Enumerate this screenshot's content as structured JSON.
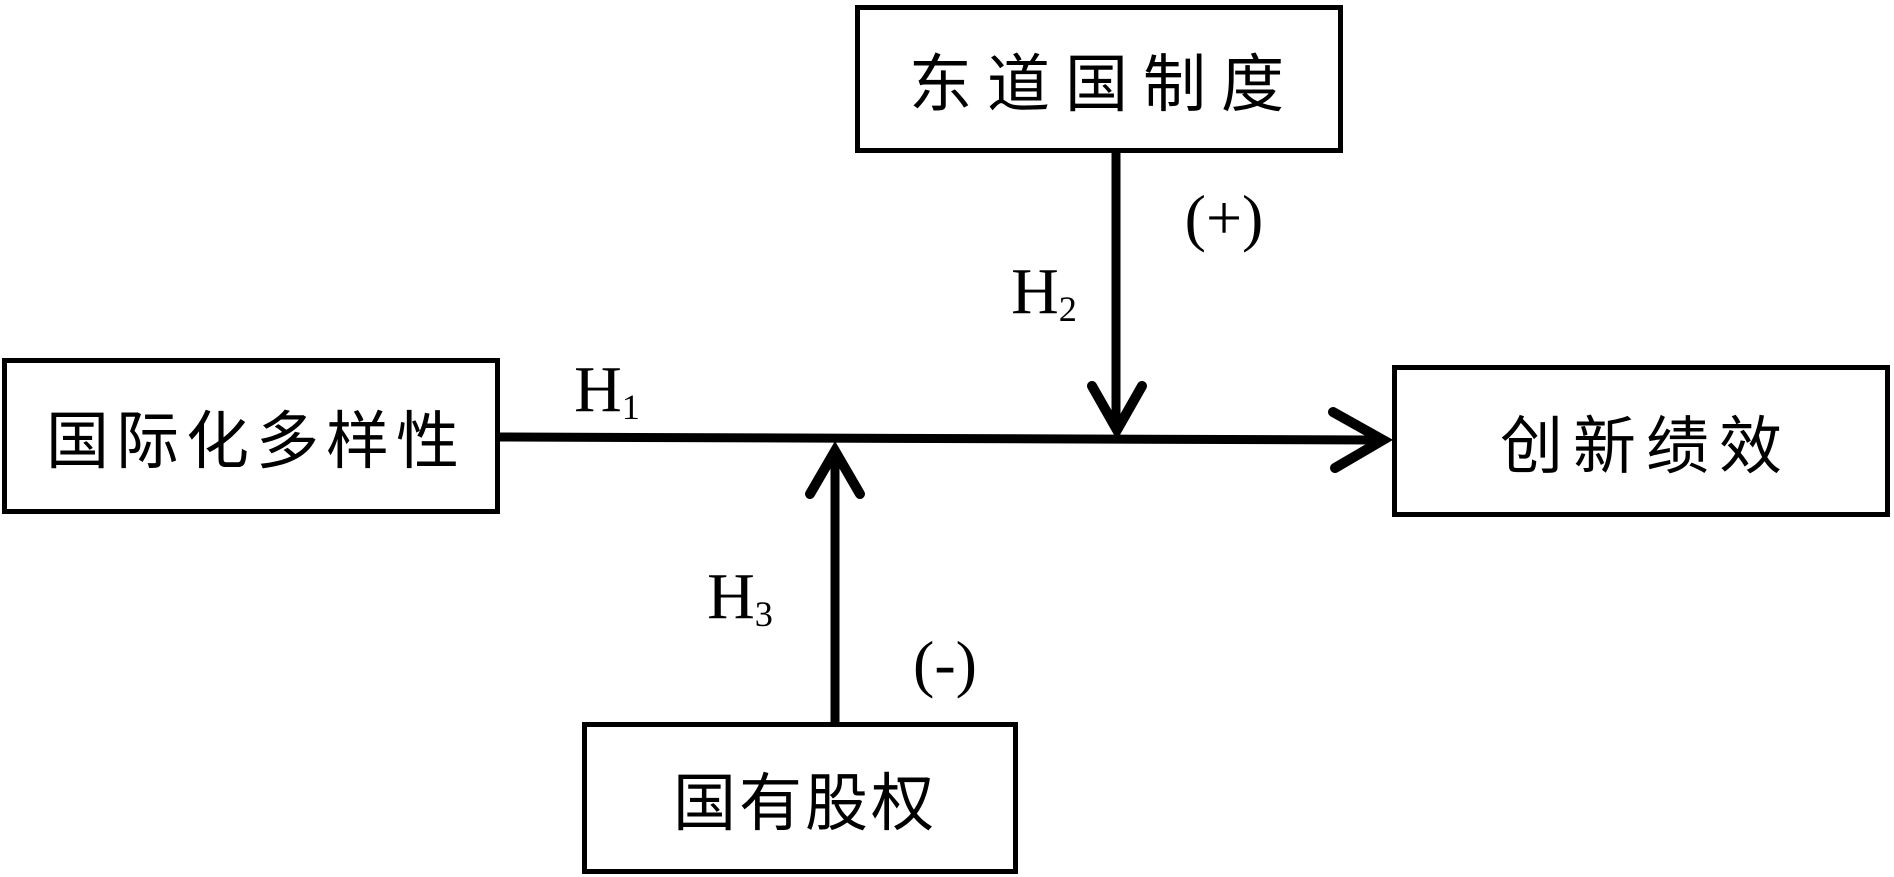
{
  "diagram": {
    "nodes": {
      "host_country_institutions": {
        "label": "东道国制度"
      },
      "internationalization_diversity": {
        "label": "国际化多样性"
      },
      "innovation_performance": {
        "label": "创新绩效"
      },
      "state_ownership": {
        "label": "国有股权"
      }
    },
    "hypotheses": {
      "h1": {
        "base": "H",
        "sub": "1"
      },
      "h2": {
        "base": "H",
        "sub": "2"
      },
      "h3": {
        "base": "H",
        "sub": "3"
      }
    },
    "signs": {
      "positive": "(+)",
      "negative": "(-)"
    },
    "colors": {
      "line": "#000000",
      "background": "#ffffff",
      "box_fill": "#ffffff"
    }
  }
}
